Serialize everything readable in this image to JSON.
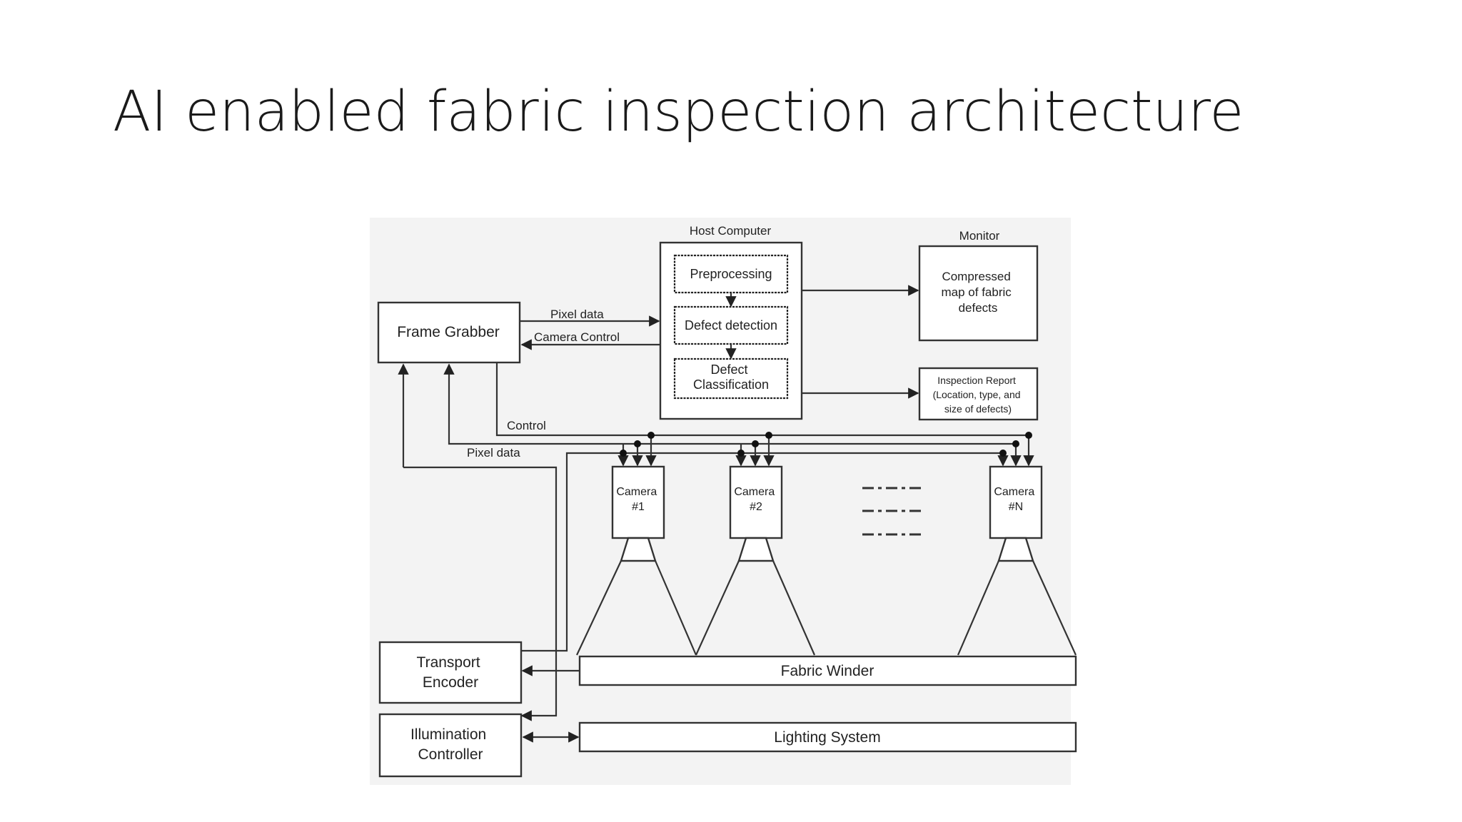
{
  "title": "AI enabled fabric inspection architecture",
  "diagram": {
    "host_computer_label": "Host Computer",
    "monitor_label": "Monitor",
    "frame_grabber": "Frame Grabber",
    "preprocessing": "Preprocessing",
    "defect_detection": "Defect detection",
    "defect_classification": [
      "Defect",
      "Classification"
    ],
    "compressed_map": [
      "Compressed",
      "map of fabric",
      "defects"
    ],
    "inspection_report": [
      "Inspection Report",
      "(Location, type, and",
      "size of defects)"
    ],
    "pixel_data_top": "Pixel data",
    "camera_control": "Camera Control",
    "control": "Control",
    "pixel_data_bottom": "Pixel data",
    "camera_1": [
      "Camera",
      "#1"
    ],
    "camera_2": [
      "Camera",
      "#2"
    ],
    "camera_n": [
      "Camera",
      "#N"
    ],
    "fabric_winder": "Fabric Winder",
    "lighting_system": "Lighting System",
    "transport_encoder": [
      "Transport",
      "Encoder"
    ],
    "illumination_controller": [
      "Illumination",
      "Controller"
    ]
  }
}
